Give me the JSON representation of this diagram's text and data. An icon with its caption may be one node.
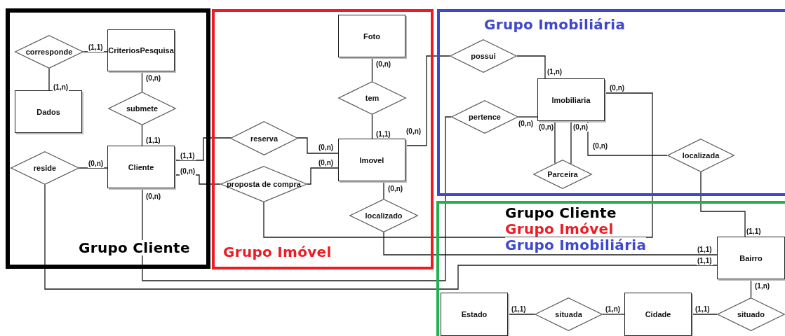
{
  "diagram": {
    "nodes": [
      {
        "text": [
          "Grupo Cliente"
        ]
      },
      {
        "text": [
          "corresponde"
        ],
        "in": 0
      },
      {
        "text": [
          "CriteriosPesquisa"
        ],
        "in": 0
      },
      {
        "text": [
          "Dados"
        ],
        "in": 0
      },
      {
        "text": [
          "submete"
        ],
        "in": 0
      },
      {
        "text": [
          "reside"
        ],
        "in": 0
      },
      {
        "text": [
          "Cliente"
        ],
        "in": 0
      },
      {
        "text": [
          "Grupo Imóvel"
        ]
      },
      {
        "text": [
          "Foto"
        ],
        "in": 7
      },
      {
        "text": [
          "tem"
        ],
        "in": 7
      },
      {
        "text": [
          "reserva"
        ],
        "in": 7
      },
      {
        "text": [
          "Imovel"
        ],
        "in": 7
      },
      {
        "text": [
          "proposta de compra"
        ],
        "in": 7
      },
      {
        "text": [
          "localizado"
        ],
        "in": 7
      },
      {
        "text": [
          "Grupo Imobiliária"
        ]
      },
      {
        "text": [
          "possui"
        ],
        "in": 14
      },
      {
        "text": [
          "Imobiliaria"
        ],
        "in": 14
      },
      {
        "text": [
          "pertence"
        ],
        "in": 14
      },
      {
        "text": [
          "localizada"
        ],
        "in": 14
      },
      {
        "text": [
          "Parceira"
        ],
        "in": 14
      },
      {
        "text": [
          "Grupo Cliente",
          "Grupo Imóvel",
          "Grupo Imobiliária"
        ]
      },
      {
        "text": [
          "Bairro"
        ],
        "in": 20
      },
      {
        "text": [
          "Estado"
        ],
        "in": 20
      },
      {
        "text": [
          "situada"
        ],
        "in": 20
      },
      {
        "text": [
          "Cidade"
        ],
        "in": 20
      },
      {
        "text": [
          "situado"
        ],
        "in": 20
      }
    ],
    "edges": [
      {
        "from": 1,
        "to": 2,
        "arrow": "none",
        "label": "(1,1)"
      },
      {
        "from": 1,
        "to": 3,
        "arrow": "none",
        "label": "(1,n)"
      },
      {
        "from": 4,
        "to": 2,
        "arrow": "none",
        "label": "(0,n)"
      },
      {
        "from": 4,
        "to": 6,
        "arrow": "none",
        "label": "(1,1)"
      },
      {
        "from": 5,
        "to": 6,
        "arrow": "none",
        "label": "(0,n)"
      },
      {
        "from": 10,
        "to": 6,
        "arrow": "none",
        "label": "(1,1)"
      },
      {
        "from": 12,
        "to": 6,
        "arrow": "none",
        "label": "(0,n)"
      },
      {
        "from": 10,
        "to": 11,
        "arrow": "none",
        "label": "(0,n)"
      },
      {
        "from": 12,
        "to": 11,
        "arrow": "none",
        "label": "(0,n)"
      },
      {
        "from": 9,
        "to": 8,
        "arrow": "none",
        "label": "(0,n)"
      },
      {
        "from": 9,
        "to": 11,
        "arrow": "none",
        "label": "(1,1)"
      },
      {
        "from": 15,
        "to": 11,
        "arrow": "none",
        "label": "(0,n)"
      },
      {
        "from": 15,
        "to": 16,
        "arrow": "none",
        "label": "(1,n)"
      },
      {
        "from": 17,
        "to": 16,
        "arrow": "none",
        "label": "(0,n)"
      },
      {
        "from": 19,
        "to": 16,
        "arrow": "none",
        "label": "(0,n)"
      },
      {
        "from": 19,
        "to": 16,
        "arrow": "none",
        "label": "(0,n)"
      },
      {
        "from": 18,
        "to": 16,
        "arrow": "none",
        "label": "(0,n)"
      },
      {
        "from": 12,
        "to": 16,
        "arrow": "none",
        "label": "(0,n)"
      },
      {
        "from": 13,
        "to": 11,
        "arrow": "none",
        "label": "(0,n)"
      },
      {
        "from": 13,
        "to": 21,
        "arrow": "none",
        "label": "(1,1)"
      },
      {
        "from": 18,
        "to": 21,
        "arrow": "none",
        "label": "(1,1)"
      },
      {
        "from": 17,
        "to": 6,
        "arrow": "none",
        "label": "(0,n)"
      },
      {
        "from": 5,
        "to": 21,
        "arrow": "none",
        "label": "(1,1)"
      },
      {
        "from": 23,
        "to": 22,
        "arrow": "none",
        "label": "(1,1)"
      },
      {
        "from": 23,
        "to": 24,
        "arrow": "none",
        "label": "(1,n)"
      },
      {
        "from": 25,
        "to": 24,
        "arrow": "none",
        "label": "(1,1)"
      },
      {
        "from": 25,
        "to": 21,
        "arrow": "none",
        "label": "(1,n)"
      }
    ]
  }
}
